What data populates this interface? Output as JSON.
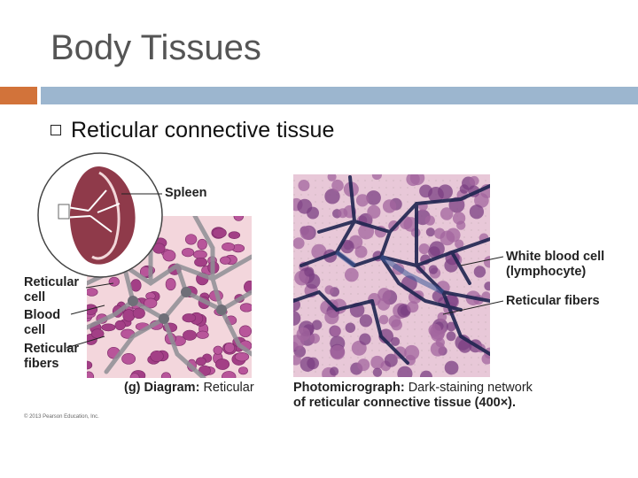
{
  "slide": {
    "title": "Body Tissues",
    "bullet": "Reticular connective tissue"
  },
  "figure": {
    "labels": {
      "spleen": "Spleen",
      "reticular_cell_1": "Reticular",
      "reticular_cell_2": "cell",
      "blood_cell_1": "Blood",
      "blood_cell_2": "cell",
      "reticular_fibers_1": "Reticular",
      "reticular_fibers_2": "fibers",
      "wbc_1": "White blood cell",
      "wbc_2": "(lymphocyte)",
      "reticular_fibers_right": "Reticular fibers"
    },
    "caption_diagram_bold": "(g) Diagram:",
    "caption_diagram_rest": "Reticular",
    "caption_photo_bold": "Photomicrograph:",
    "caption_photo_rest": "Dark-staining network",
    "caption_photo_line2": "of reticular connective tissue (400×).",
    "copyright": "© 2013 Pearson Education, Inc."
  },
  "colors": {
    "accent_orange": "#d2733a",
    "accent_blue": "#9cb6cf",
    "cell_purple": "#a04a8a",
    "fiber_dark": "#2a2a5a"
  }
}
